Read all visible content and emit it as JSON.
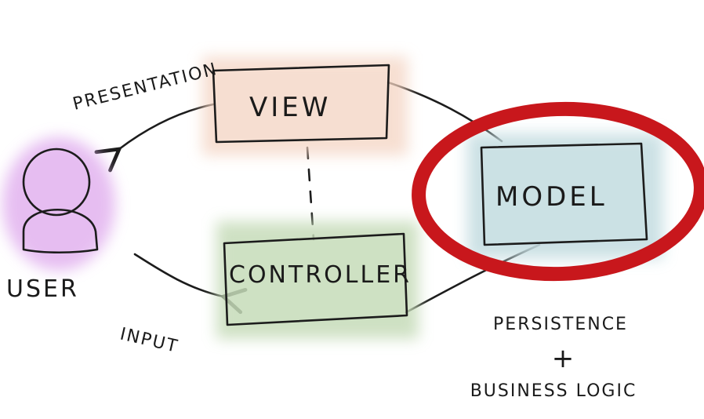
{
  "labels": {
    "presentation": "PRESENTATION",
    "view": "VIEW",
    "model": "MODEL",
    "controller": "CONTROLLER",
    "user": "USER",
    "input": "INPUT",
    "persistence": "PERSISTENCE",
    "plus": "+",
    "business_logic": "BUSINESS LOGIC"
  },
  "colors": {
    "view_fill": "#f6dccd",
    "controller_fill": "#cfe2c3",
    "model_fill": "#cfe4e6",
    "user_fill": "#e3b6ef",
    "highlight": "#c8171c",
    "ink": "#1c1c1c"
  }
}
